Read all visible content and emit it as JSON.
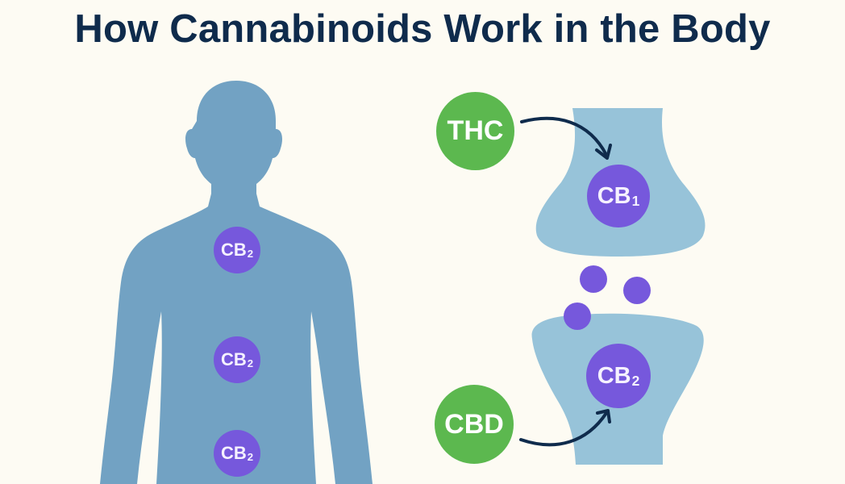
{
  "title": "How Cannabinoids Work in the Body",
  "colors": {
    "background": "#fdfbf3",
    "title": "#0f2b4c",
    "body_silhouette": "#72a2c3",
    "synapse": "#97c3d9",
    "receptor": "#7658dc",
    "ligand": "#5cb84f",
    "arrow": "#0f2b4c"
  },
  "body_receptors": [
    {
      "label": "CB",
      "subscript": "2"
    },
    {
      "label": "CB",
      "subscript": "2"
    },
    {
      "label": "CB",
      "subscript": "2"
    }
  ],
  "upper_synapse": {
    "ligand": "THC",
    "receptor": {
      "label": "CB",
      "subscript": "1"
    }
  },
  "lower_synapse": {
    "ligand": "CBD",
    "receptor": {
      "label": "CB",
      "subscript": "2"
    }
  },
  "free_molecules": 3
}
